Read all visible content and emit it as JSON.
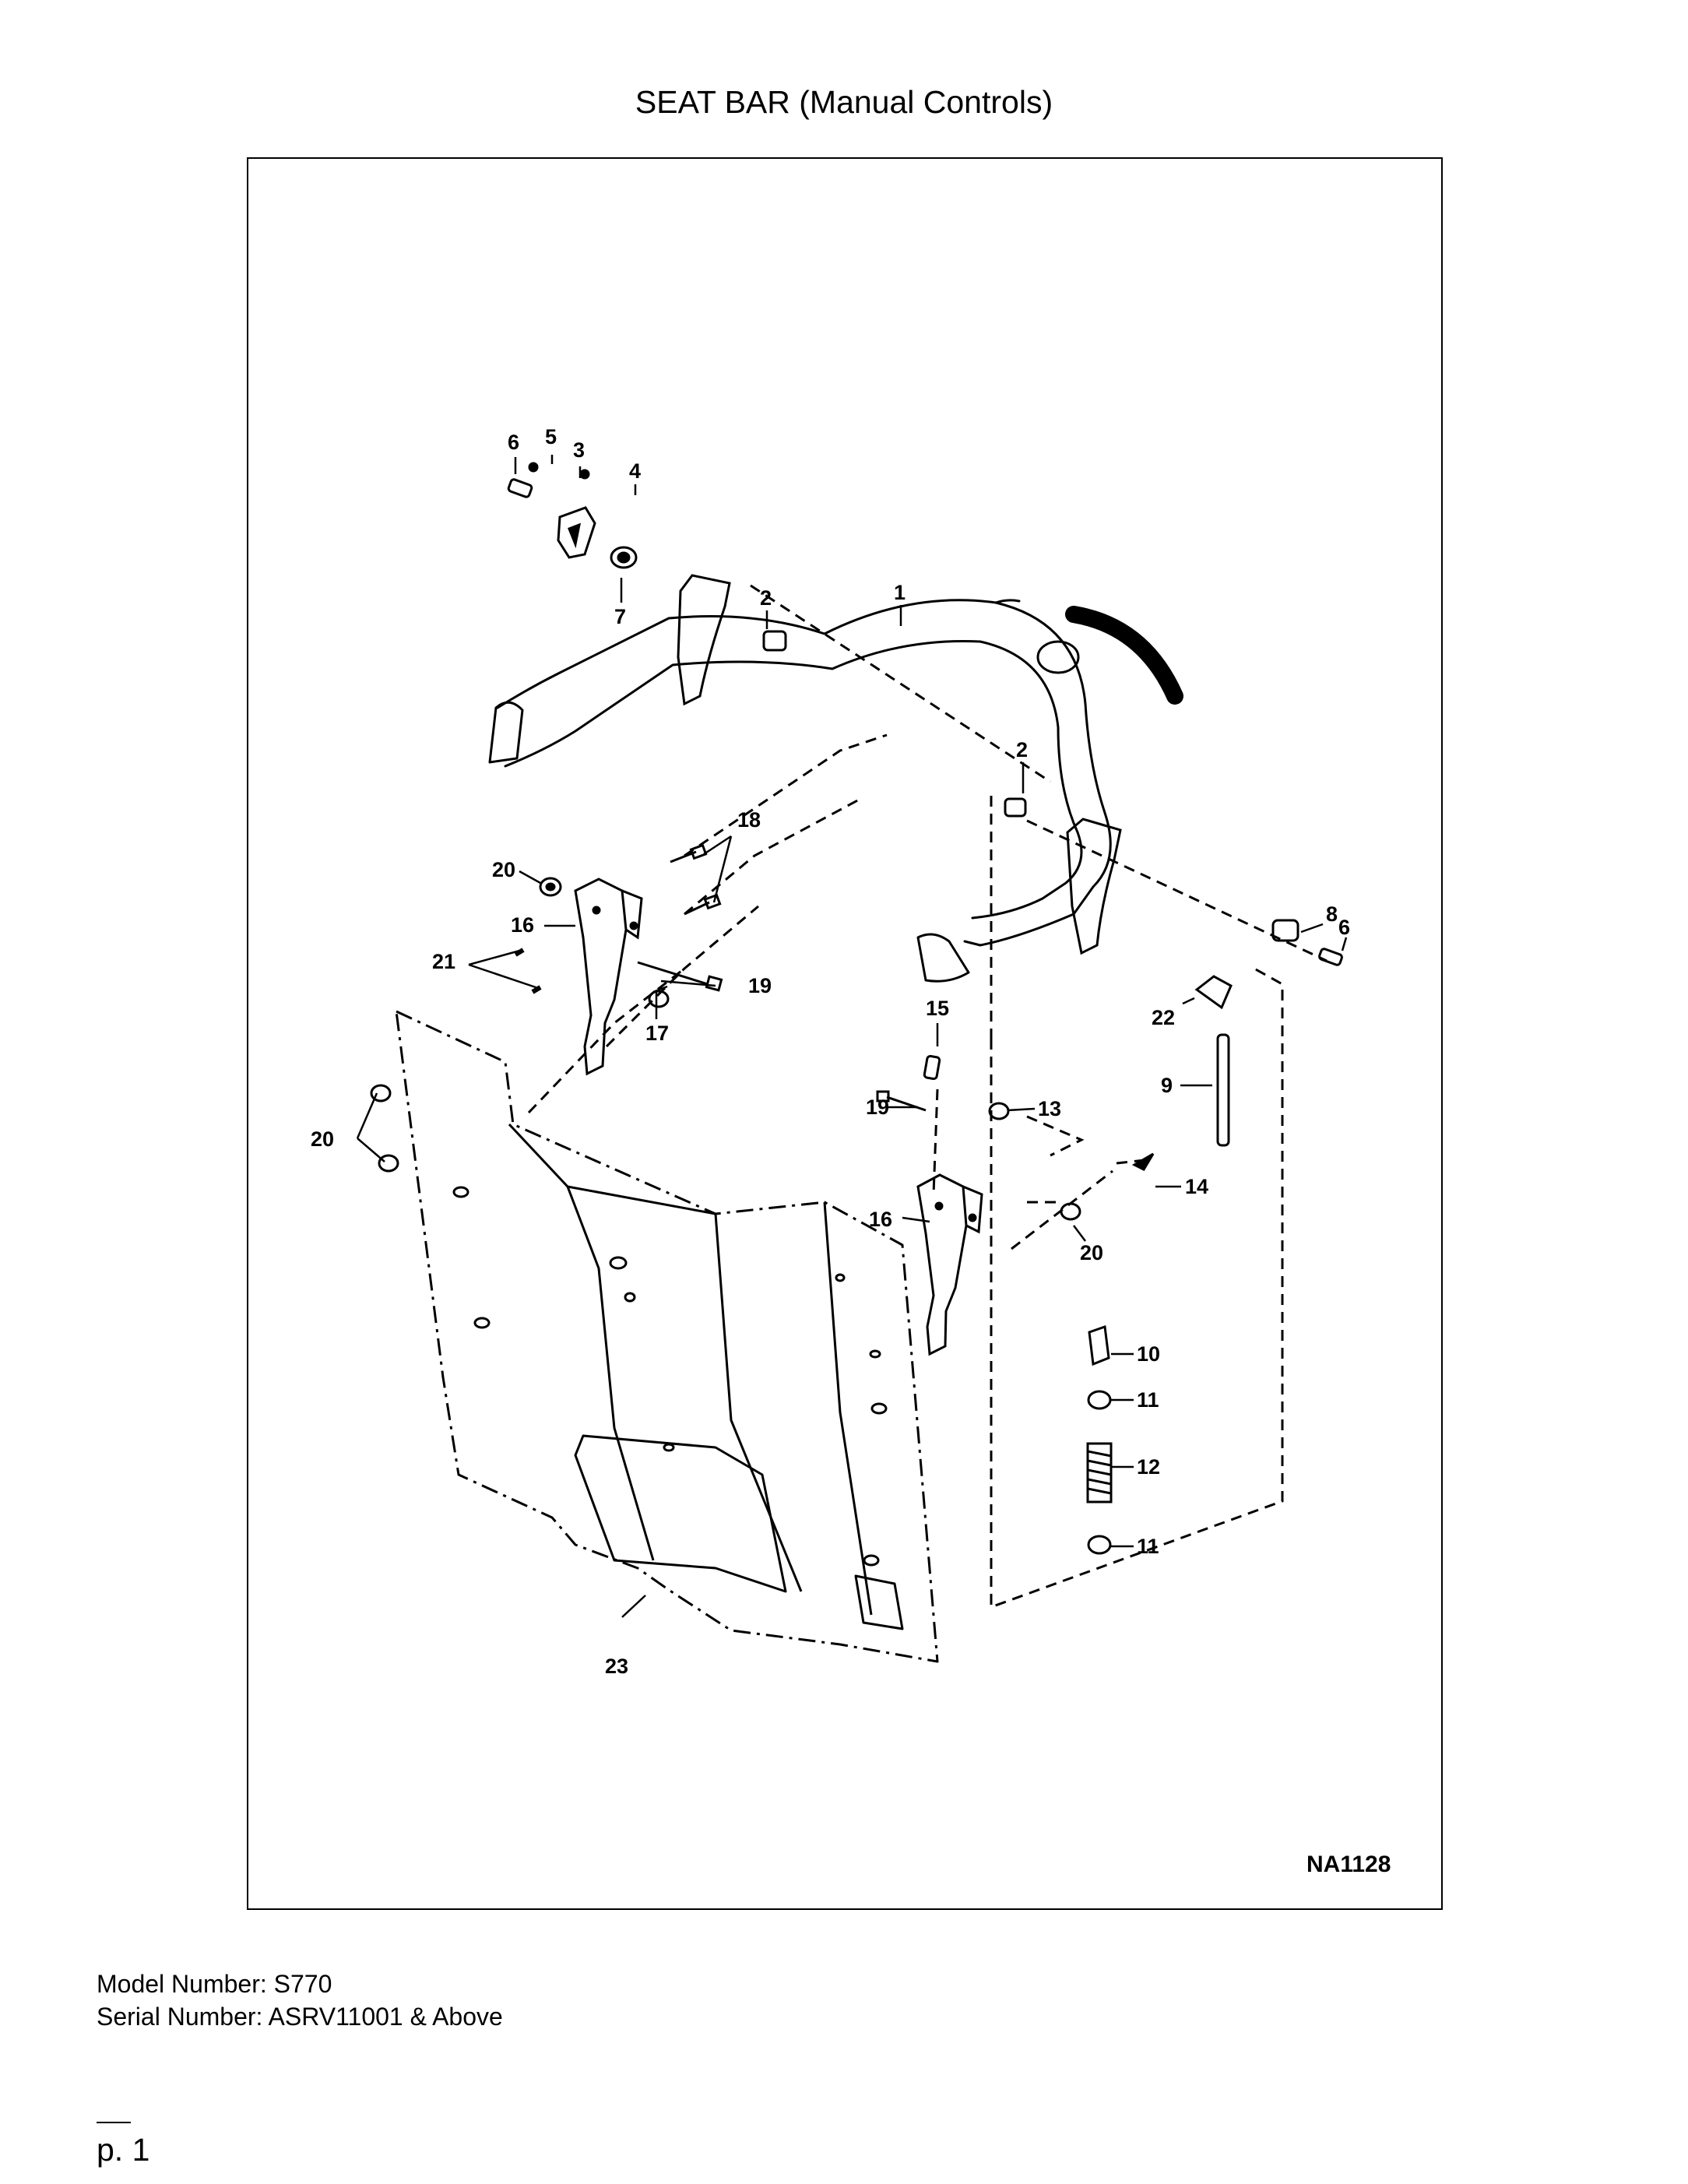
{
  "page_title": "SEAT BAR (Manual Controls)",
  "diagram": {
    "reference_code": "NA1128",
    "callouts": {
      "c1": "1",
      "c2a": "2",
      "c2b": "2",
      "c3": "3",
      "c4": "4",
      "c5": "5",
      "c6a": "6",
      "c6b": "6",
      "c7": "7",
      "c8": "8",
      "c9": "9",
      "c10": "10",
      "c11a": "11",
      "c11b": "11",
      "c12": "12",
      "c13": "13",
      "c14": "14",
      "c15": "15",
      "c16a": "16",
      "c16b": "16",
      "c17": "17",
      "c18": "18",
      "c19a": "19",
      "c19b": "19",
      "c20a": "20",
      "c20b": "20",
      "c20c": "20",
      "c21": "21",
      "c22": "22",
      "c23": "23"
    }
  },
  "footer": {
    "model_line": "Model Number: S770",
    "serial_line": "Serial Number: ASRV11001 & Above",
    "page_label": "p. 1"
  }
}
